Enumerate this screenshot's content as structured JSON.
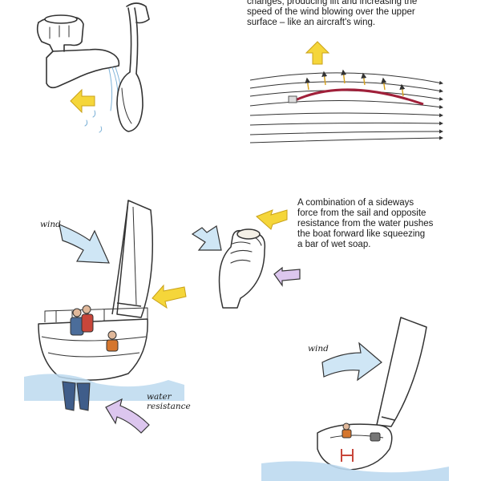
{
  "captions": {
    "top": "changes, producing lift and increasing the\nspeed of the wind blowing over the upper\nsurface – like an aircraft's wing.",
    "middle": "A combination of a sideways\nforce from the sail and opposite\nresistance from the water pushes\nthe boat forward like squeezing\na bar of wet soap."
  },
  "labels": {
    "wind_left": "wind",
    "wind_right": "wind",
    "water_resistance": "water\nresistance"
  },
  "colors": {
    "yellow_arrow": "#f5d63a",
    "yellow_arrow_stroke": "#c9a21a",
    "blue_arrow": "#cfe6f5",
    "purple_arrow": "#dcc6ee",
    "sail_curve": "#a0203a",
    "water": "#bcd9ef",
    "hull_red": "#c8463a",
    "sketch": "#333333"
  },
  "icons": [
    "tap-icon",
    "spoon-icon",
    "airfoil-diagram",
    "sailboat-icon",
    "hand-squeezing-soap-icon"
  ]
}
